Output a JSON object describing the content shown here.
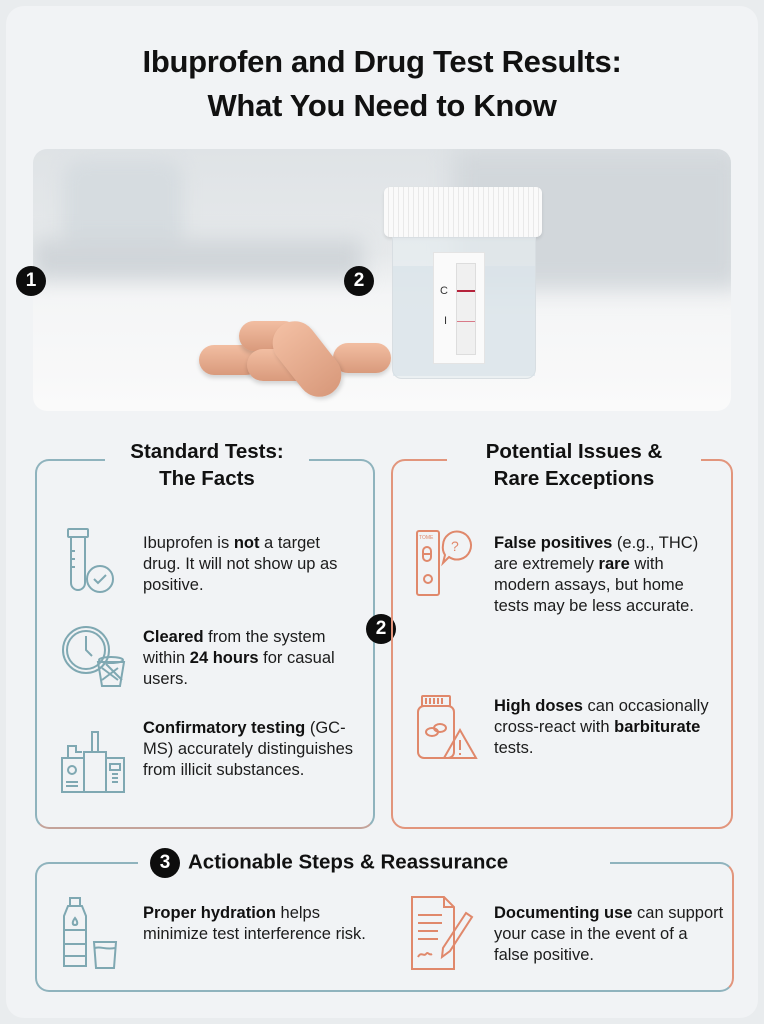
{
  "title": {
    "line1": "Ibuprofen and Drug Test Results:",
    "line2": "What You Need to Know"
  },
  "hero": {
    "badge_1": "1",
    "badge_2": "2",
    "strip_label_c": "C",
    "strip_label_i": "I"
  },
  "standard_tests": {
    "heading_line1": "Standard Tests:",
    "heading_line2": "The Facts",
    "items": [
      {
        "icon": "test-tube-check-icon",
        "parts": [
          {
            "t": "Ibuprofen is ",
            "b": false
          },
          {
            "t": "not",
            "b": true
          },
          {
            "t": " a target drug. It will not show up as positive.",
            "b": false
          }
        ]
      },
      {
        "icon": "clock-trash-icon",
        "parts": [
          {
            "t": "Cleared",
            "b": true
          },
          {
            "t": " from the system within ",
            "b": false
          },
          {
            "t": "24 hours",
            "b": true
          },
          {
            "t": " for casual users.",
            "b": false
          }
        ]
      },
      {
        "icon": "lab-instrument-icon",
        "parts": [
          {
            "t": "Confirmatory testing",
            "b": true
          },
          {
            "t": " (GC-MS) accurately distinguishes from illicit substances.",
            "b": false
          }
        ]
      }
    ]
  },
  "middle_badge": "2",
  "potential_issues": {
    "heading_line1": "Potential Issues &",
    "heading_line2": "Rare Exceptions",
    "items": [
      {
        "icon": "test-cassette-question-icon",
        "cassette_label": "TOME",
        "parts": [
          {
            "t": "False positives",
            "b": true
          },
          {
            "t": " (e.g., THC) are extremely ",
            "b": false
          },
          {
            "t": "rare",
            "b": true
          },
          {
            "t": " with modern assays, but home tests may be less accurate.",
            "b": false
          }
        ]
      },
      {
        "icon": "pill-bottle-warning-icon",
        "parts": [
          {
            "t": "High doses",
            "b": true
          },
          {
            "t": " can occasionally cross-react with ",
            "b": false
          },
          {
            "t": "barbiturate",
            "b": true
          },
          {
            "t": " tests.",
            "b": false
          }
        ]
      }
    ]
  },
  "actionable": {
    "badge": "3",
    "heading": "Actionable Steps & Reassurance",
    "items": [
      {
        "icon": "water-bottle-glass-icon",
        "parts": [
          {
            "t": "Proper hydration",
            "b": true
          },
          {
            "t": " helps minimize test interference risk.",
            "b": false
          }
        ]
      },
      {
        "icon": "document-pen-icon",
        "parts": [
          {
            "t": "Documenting use",
            "b": true
          },
          {
            "t": " can support your case in the event of a false positive.",
            "b": false
          }
        ]
      }
    ]
  },
  "colors": {
    "teal_accent": "#8fb3bd",
    "coral_accent": "#e2957c",
    "background": "#f1f3f5",
    "text": "#111111"
  }
}
